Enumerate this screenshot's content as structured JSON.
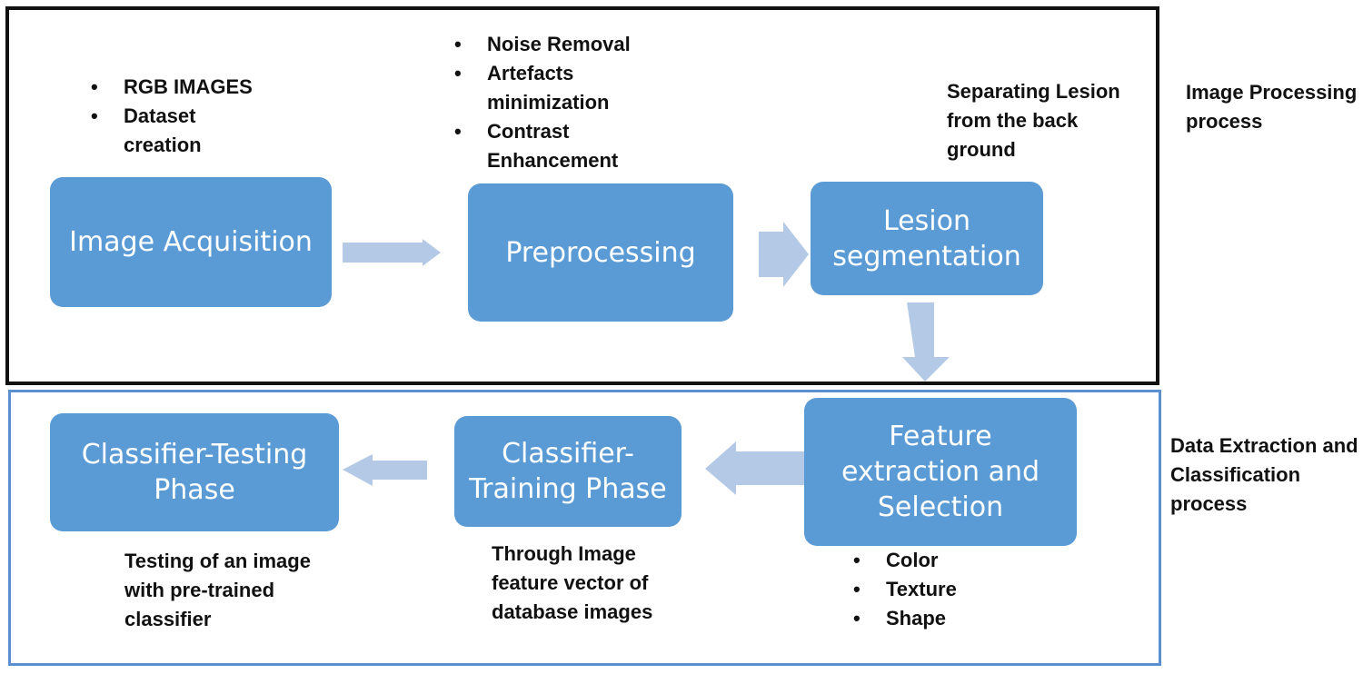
{
  "sections": {
    "image_processing": "Image Processing\nprocess",
    "data_extraction": "Data Extraction and\nClassification\nprocess"
  },
  "steps": {
    "acquisition": "Image Acquisition",
    "preprocessing": "Preprocessing",
    "segmentation": "Lesion\nsegmentation",
    "feature": "Feature\nextraction and\nSelection",
    "training": "Classifier-\nTraining Phase",
    "testing": "Classifier-Testing\nPhase"
  },
  "notes": {
    "acquisition": [
      "RGB IMAGES",
      "Dataset\ncreation"
    ],
    "preprocessing": [
      "Noise Removal",
      "Artefacts\nminimization",
      "Contrast\nEnhancement"
    ],
    "segmentation": "Separating Lesion\nfrom the back\nground",
    "feature": [
      "Color",
      "Texture",
      "Shape"
    ],
    "training": "Through Image\nfeature vector of\ndatabase images",
    "testing": "Testing of an image\nwith pre-trained\nclassifier"
  },
  "colors": {
    "box": "#5b9bd5",
    "arrow": "#b4c9e6",
    "frame_top": "#111111",
    "frame_bottom": "#5b8fd0"
  }
}
